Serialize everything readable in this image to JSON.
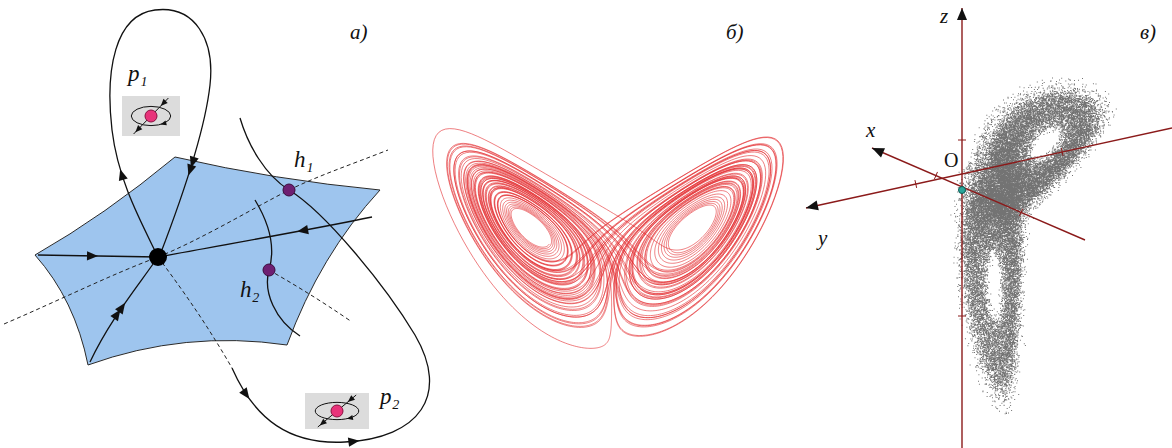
{
  "diagram": {
    "labels": [
      "а)",
      "б)",
      "в)",
      "p₁",
      "p₂",
      "h₁",
      "h₂",
      "z",
      "x",
      "O",
      "y"
    ]
  }
}
